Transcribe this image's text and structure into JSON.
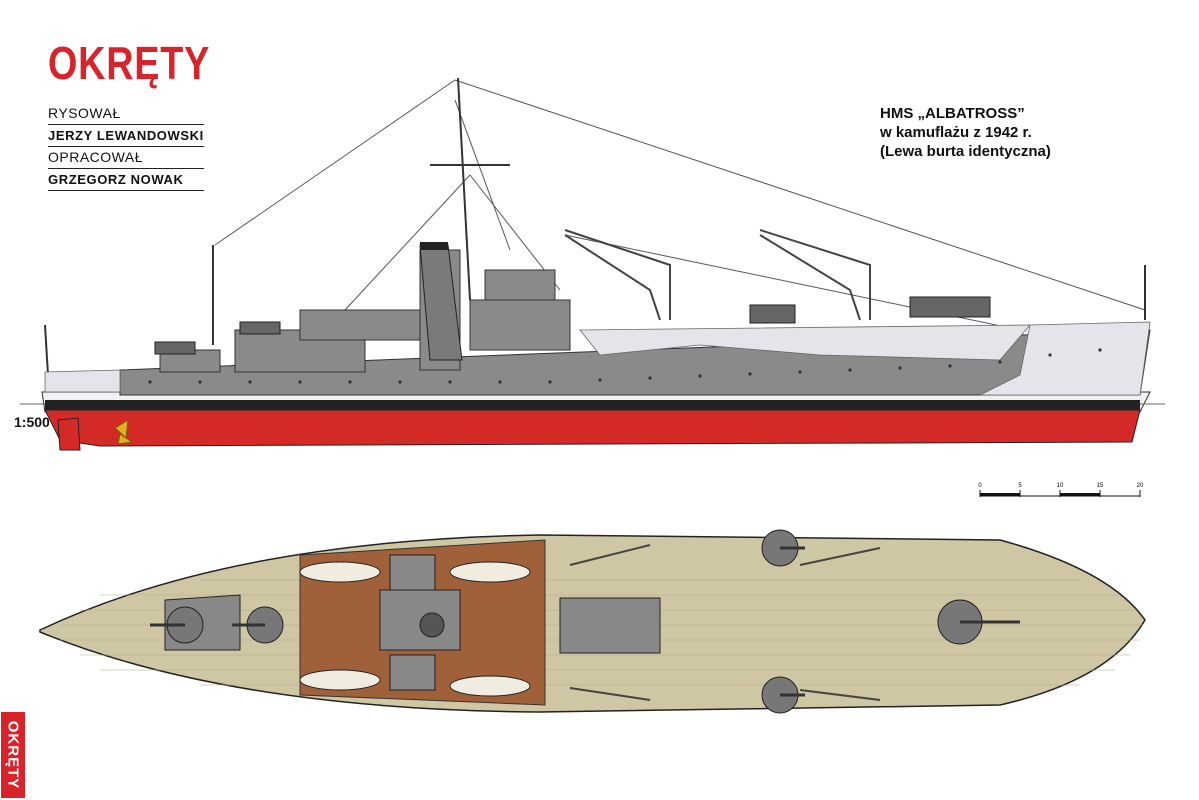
{
  "header": {
    "brand": "OKRĘTY",
    "credits": [
      {
        "label": "RYSOWAŁ",
        "name": "JERZY LEWANDOWSKI"
      },
      {
        "label": "OPRACOWAŁ",
        "name": "GRZEGORZ NOWAK"
      }
    ]
  },
  "caption": {
    "line1": "HMS „ALBATROSS”",
    "line2": "w kamuflażu z 1942 r.",
    "line3": "(Lewa burta identyczna)"
  },
  "scale": {
    "ratio": "1:500",
    "ticks": [
      "0",
      "5",
      "10",
      "15",
      "20"
    ]
  },
  "side_brand": "OKRĘTY",
  "colors": {
    "brand_red": "#d8232a",
    "hull_red": "#d32a28",
    "hull_grey": "#8a8a8a",
    "camo_light": "#e4e4ea",
    "deck_wood": "#cfc6a4",
    "deck_brown": "#a0603a"
  }
}
